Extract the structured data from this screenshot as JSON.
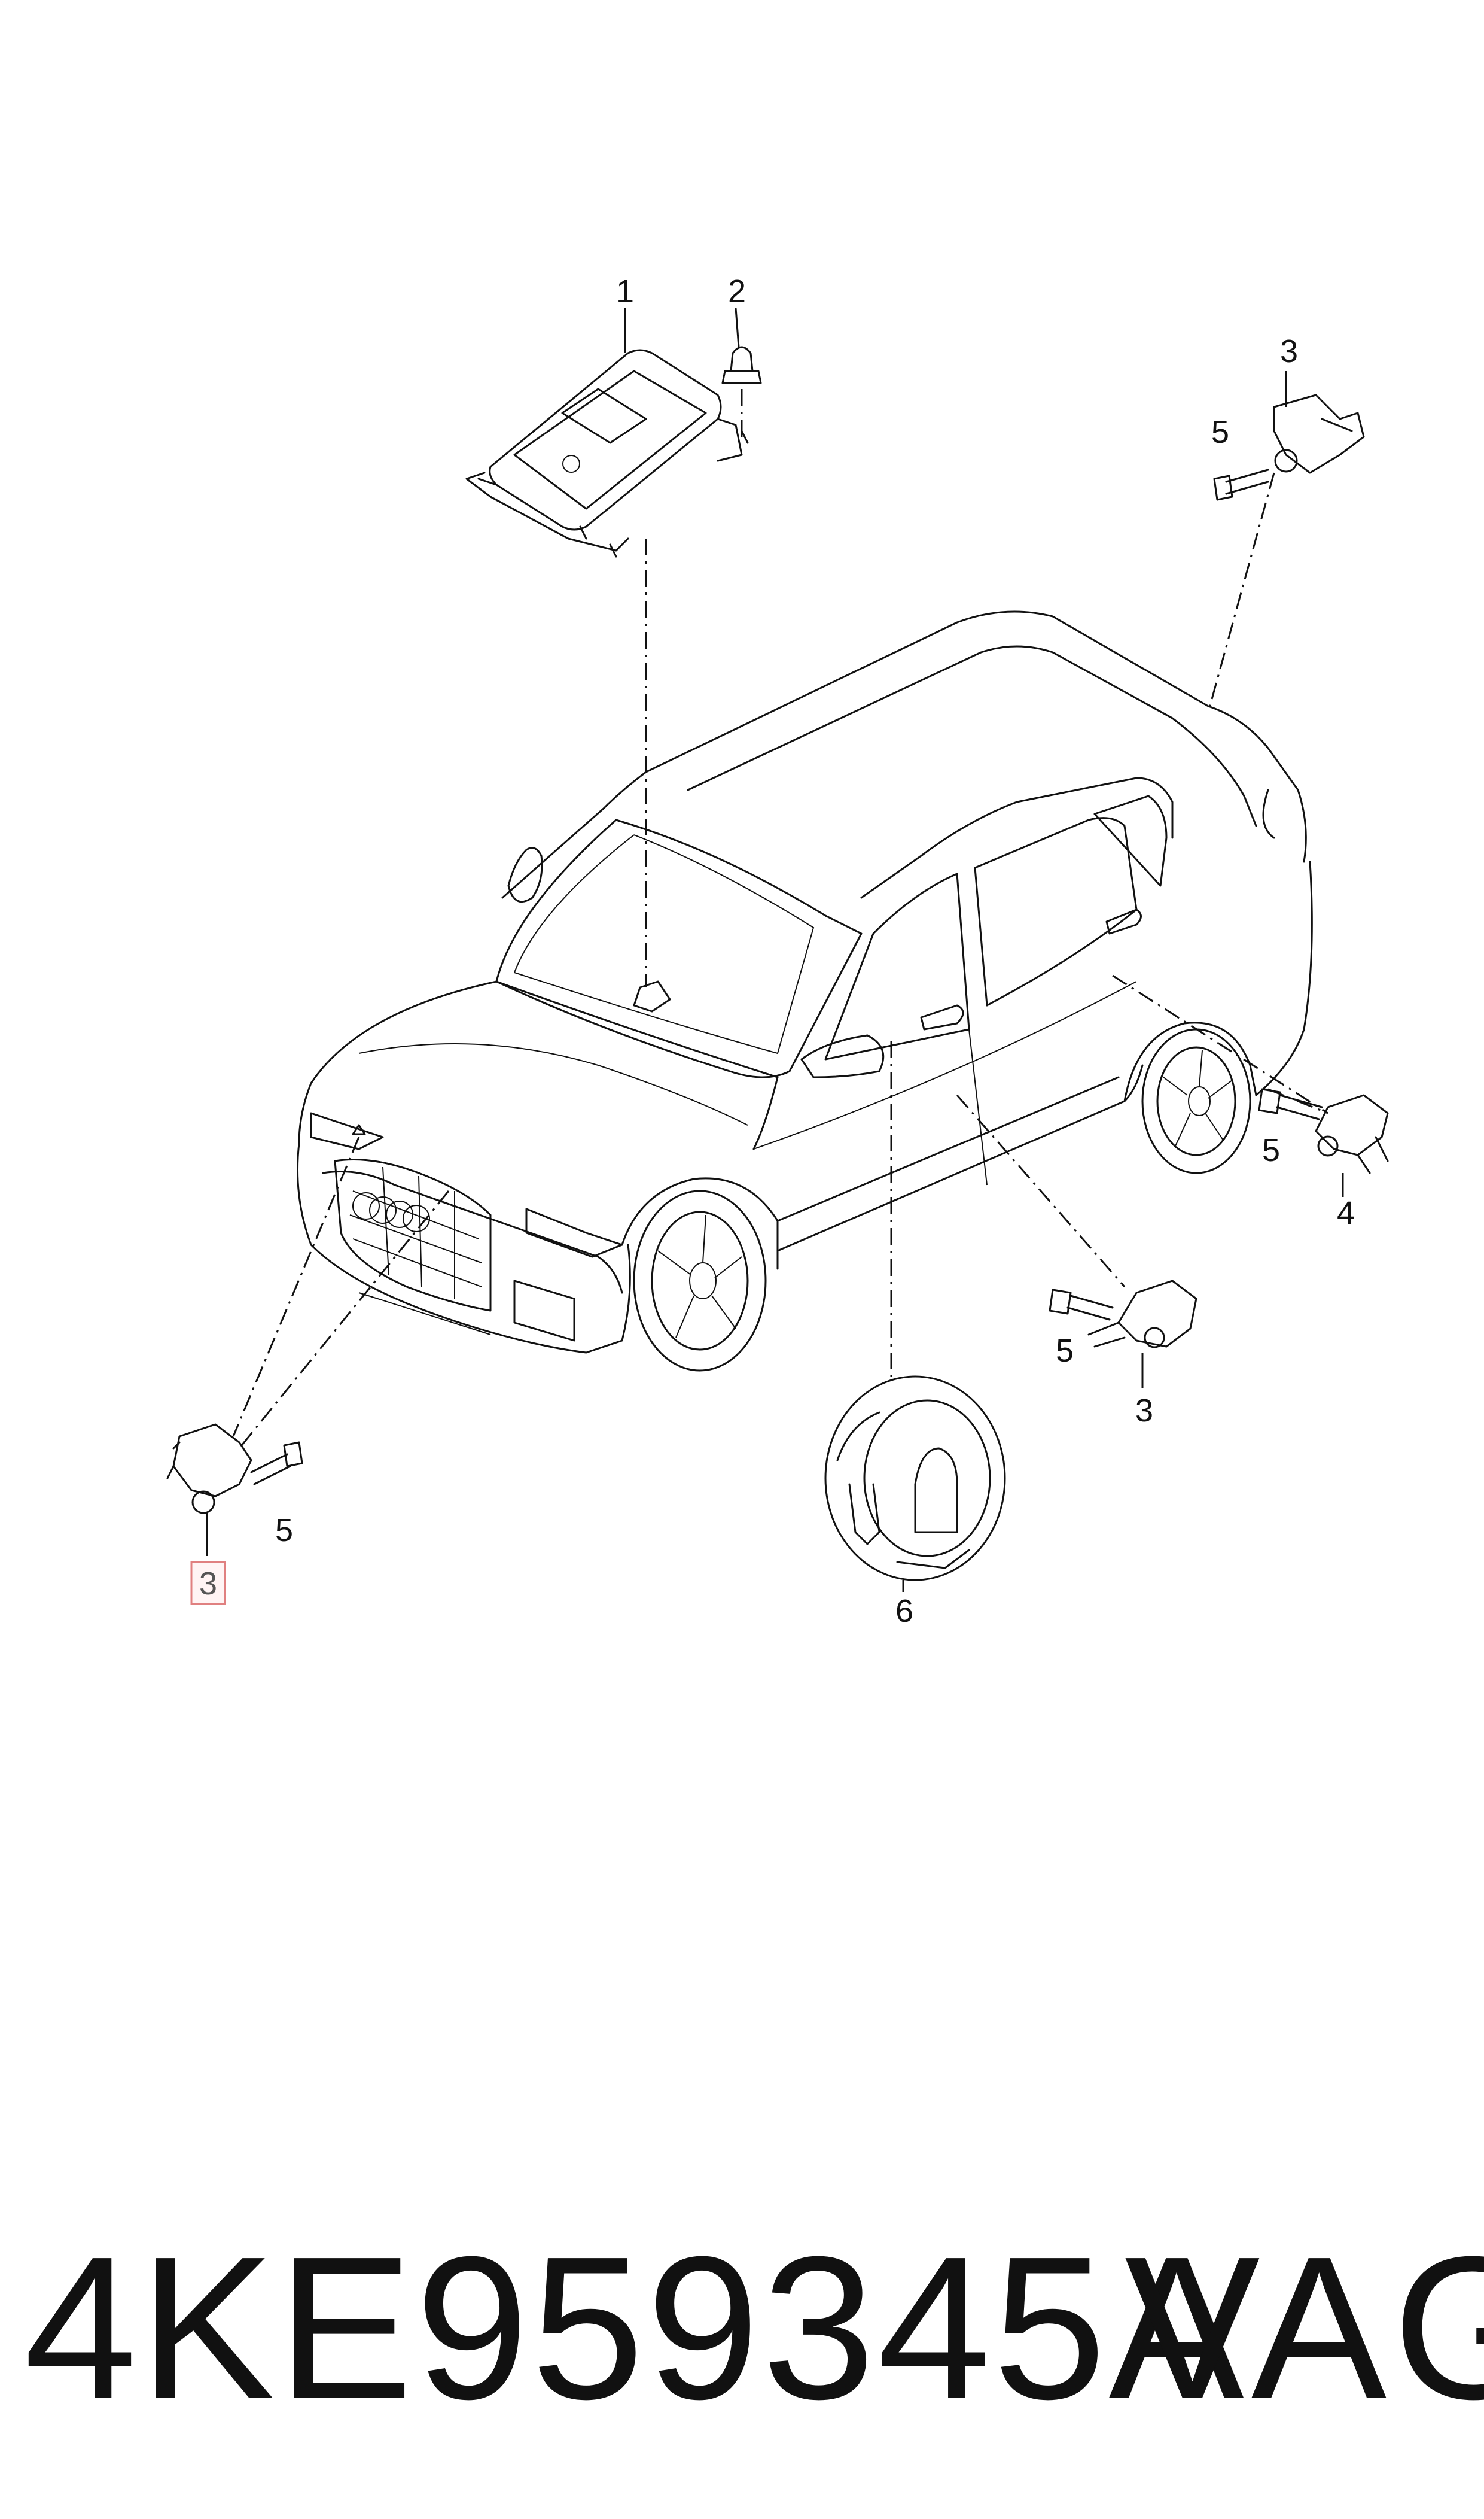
{
  "diagram": {
    "callouts": {
      "control_unit": "1",
      "nut": "2",
      "sensor_rear_right": "3",
      "bolt_rear_right": "5",
      "bolt_side_right": "5",
      "sensor_side_right": "4",
      "bolt_door": "5",
      "sensor_door": "3",
      "clock_spring": "6",
      "bolt_front_left": "5",
      "sensor_front_left_highlighted": "3"
    },
    "colors": {
      "line": "#111111",
      "highlight_box": "#e08080",
      "highlight_fill": "#fff4f4"
    }
  },
  "footer": {
    "part_number": "4KE959345A",
    "brand": "VAG"
  }
}
